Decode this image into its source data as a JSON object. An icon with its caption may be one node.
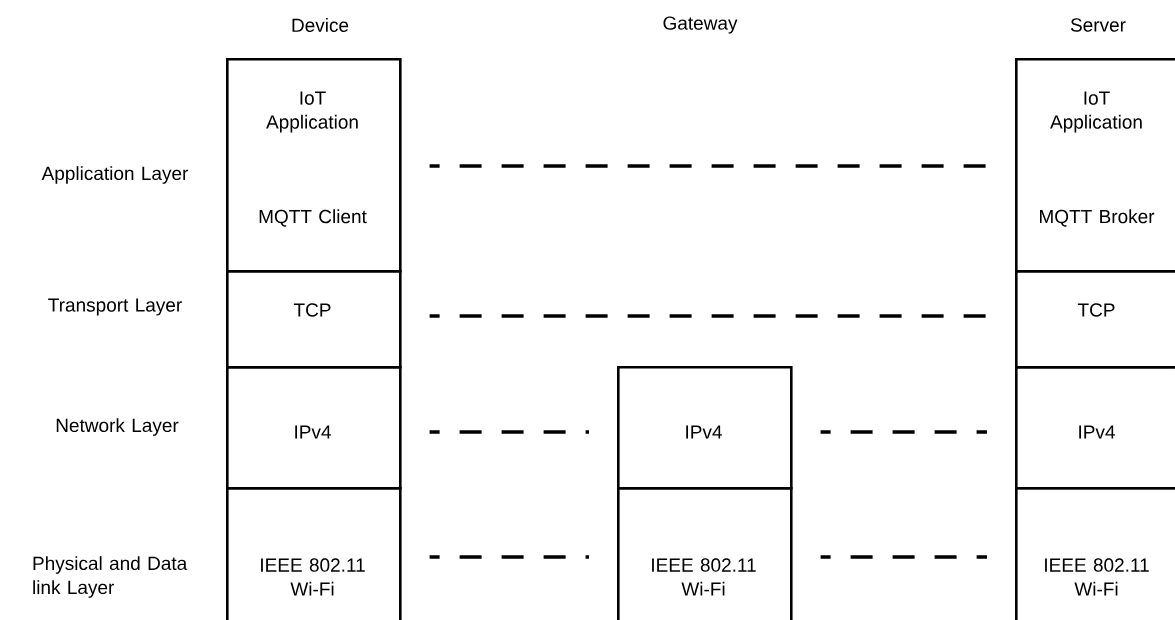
{
  "diagram": {
    "nodes": [
      {
        "text": [
          "IoT Application",
          "MQTT Client"
        ]
      },
      {
        "text": [
          "TCP"
        ]
      },
      {
        "text": [
          "IPv4"
        ]
      },
      {
        "text": [
          "IEEE 802.11 Wi-Fi"
        ]
      },
      {
        "text": [
          "IPv4"
        ]
      },
      {
        "text": [
          "IEEE 802.11 Wi-Fi"
        ]
      },
      {
        "text": [
          "IoT Application",
          "MQTT Broker"
        ]
      },
      {
        "text": [
          "TCP"
        ]
      },
      {
        "text": [
          "IPv4"
        ]
      },
      {
        "text": [
          "IEEE 802.11 Wi-Fi"
        ]
      }
    ],
    "edges": [
      {
        "from": 0,
        "to": 6,
        "arrow": "none",
        "style": "dashed"
      },
      {
        "from": 1,
        "to": 7,
        "arrow": "none",
        "style": "dashed"
      },
      {
        "from": 2,
        "to": 4,
        "arrow": "none",
        "style": "dashed"
      },
      {
        "from": 4,
        "to": 8,
        "arrow": "none",
        "style": "dashed"
      },
      {
        "from": 3,
        "to": 5,
        "arrow": "none",
        "style": "dashed"
      },
      {
        "from": 5,
        "to": 9,
        "arrow": "none",
        "style": "dashed"
      }
    ],
    "labels": [
      "Device",
      "Gateway",
      "Server",
      "Application Layer",
      "Transport Layer",
      "Network Layer",
      "Physical and Data link Layer"
    ]
  }
}
